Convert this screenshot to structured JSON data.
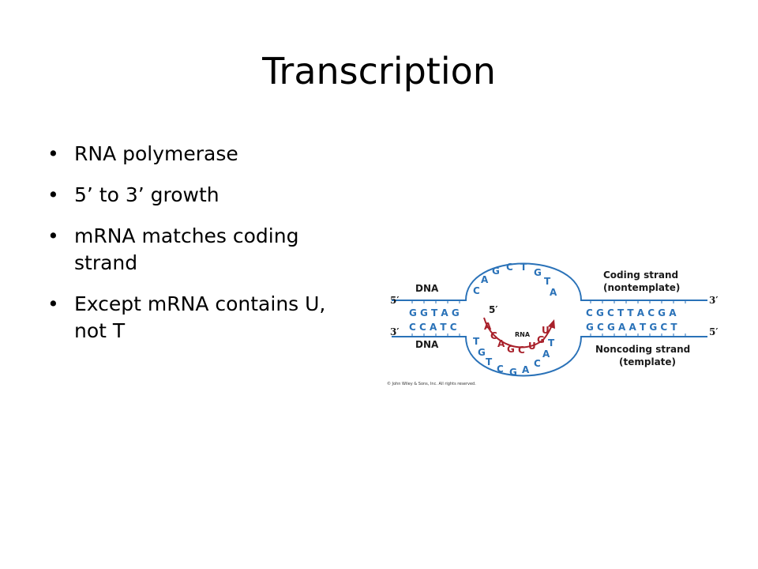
{
  "slide": {
    "title": "Transcription",
    "bullets": [
      {
        "text": "RNA polymerase"
      },
      {
        "text": "5’ to 3’ growth"
      },
      {
        "text": "mRNA matches coding strand"
      },
      {
        "text": "Except mRNA contains U, not T"
      }
    ]
  },
  "diagram": {
    "dna_top_label": "DNA",
    "dna_bottom_label": "DNA",
    "rna_label": "RNA",
    "coding_strand_line1": "Coding strand",
    "coding_strand_line2": "(nontemplate)",
    "noncoding_strand_line1": "Noncoding strand",
    "noncoding_strand_line2": "(template)",
    "five_prime": "5′",
    "three_prime": "3′",
    "left_top_bases": "G G T A G",
    "left_bottom_bases": "C C A T C",
    "right_top_bases": "C G C T T A C G A",
    "right_bottom_bases": "G C G A A T G C T",
    "bubble_top_bases": [
      "C",
      "A",
      "G",
      "C",
      "T",
      "G",
      "T",
      "A"
    ],
    "bubble_bottom_bases": [
      "T",
      "G",
      "T",
      "C",
      "G",
      "A",
      "C",
      "A",
      "T"
    ],
    "rna_bases": [
      "A",
      "C",
      "A",
      "G",
      "C",
      "U",
      "G",
      "U"
    ],
    "copyright": "© John Wiley & Sons, Inc. All rights reserved.",
    "colors": {
      "dna": "#2a72b8",
      "rna": "#a8202a"
    }
  }
}
